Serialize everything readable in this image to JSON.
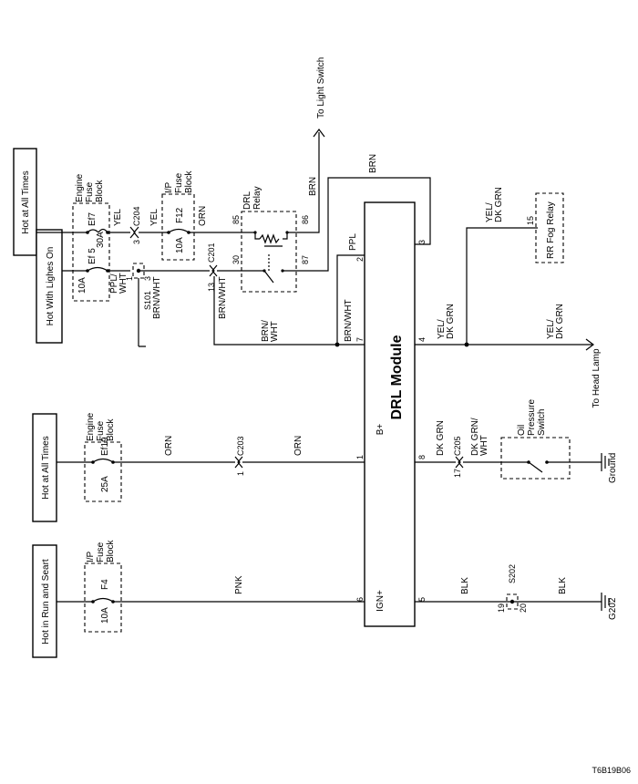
{
  "diagram": {
    "code": "T6B19B06",
    "module": {
      "title": "DRL Module",
      "b_plus": "B+",
      "ign_plus": "IGN+",
      "pins": {
        "p1": "1",
        "p2": "2",
        "p3": "3",
        "p4": "4",
        "p5": "5",
        "p6": "6",
        "p7": "7",
        "p8": "8"
      }
    },
    "sources": {
      "hot_all_times_1": "Hot at All Times",
      "hot_lights_on": "Hot With Lighes On",
      "hot_all_times_2": "Hot at All Times",
      "hot_run_start": "Hot in Run and Seart"
    },
    "fuse_blocks": {
      "engine_1": [
        "Engine",
        "Fuse",
        "Block"
      ],
      "ip_1": [
        "I/P",
        "Fuse",
        "Block"
      ],
      "engine_2": [
        "Engine",
        "Fuse",
        "Block"
      ],
      "ip_2": [
        "I/P",
        "Fuse",
        "Block"
      ]
    },
    "fuses": {
      "ef7": "Ef7",
      "ef7_rating": "30A",
      "ef5": "Ef 5",
      "ef5_rating": "10A",
      "f12": "F12",
      "f12_rating": "10A",
      "ef19": "Ef19",
      "ef19_rating": "25A",
      "f4": "F4",
      "f4_rating": "10A"
    },
    "relay": {
      "name": [
        "DRL",
        "Relay"
      ],
      "pin85": "85",
      "pin86": "86",
      "pin30": "30",
      "pin87": "87"
    },
    "connectors": {
      "c204": "C204",
      "c201": "C201",
      "c203": "C203",
      "c205": "C205",
      "s101": "S101",
      "s202": "S202"
    },
    "connector_pins": {
      "c204_3": "3",
      "c201_13": "13",
      "s101_1": "1",
      "s101_3": "3",
      "c203_1": "1",
      "c205_17": "17",
      "s202_19": "19",
      "s202_20": "20",
      "fog_15": "15"
    },
    "wires": {
      "yel_1": "YEL",
      "yel_2": "YEL",
      "orn_1": "ORN",
      "ppl_wht": [
        "PPL/",
        "WHT"
      ],
      "brn_wht_1": "BRN/WHT",
      "brn_wht_2": "BRN/WHT",
      "brn_wht_3": [
        "BRN/",
        "WHT"
      ],
      "brn_wht_4": "BRN/WHT",
      "brn_1": "BRN",
      "brn_2": "BRN",
      "ppl": "PPL",
      "yel_dk_grn_1": [
        "YEL/",
        "DK GRN"
      ],
      "yel_dk_grn_2": [
        "YEL/",
        "DK GRN"
      ],
      "yel_dk_grn_3": [
        "YEL/",
        "DK GRN"
      ],
      "orn_2": "ORN",
      "orn_3": "ORN",
      "dk_grn": "DK GRN",
      "dk_grn_wht": [
        "DK GRN/",
        "WHT"
      ],
      "pnk": "PNK",
      "blk_1": "BLK",
      "blk_2": "BLK"
    },
    "destinations": {
      "light_switch": "To Light Switch",
      "head_lamp": "To Head Lamp",
      "ground": "Ground",
      "g202": "G202"
    },
    "devices": {
      "fog_relay": "RR Fog Relay",
      "oil_switch": [
        "Oil",
        "Pressure",
        "Switch"
      ]
    }
  }
}
